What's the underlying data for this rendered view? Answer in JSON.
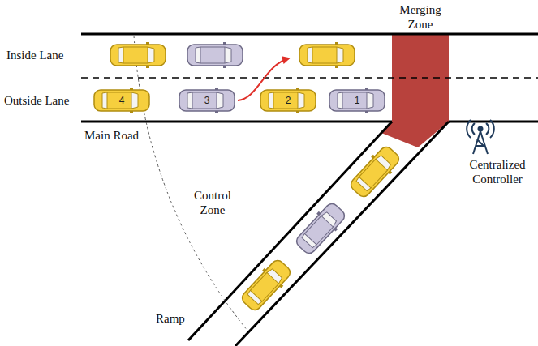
{
  "diagram": {
    "labels": [
      "Merging Zone",
      "Inside Lane",
      "Outside Lane",
      "Main Road",
      "Control Zone",
      "Ramp",
      "Centralized Controller",
      "4",
      "3",
      "2",
      "1"
    ]
  }
}
